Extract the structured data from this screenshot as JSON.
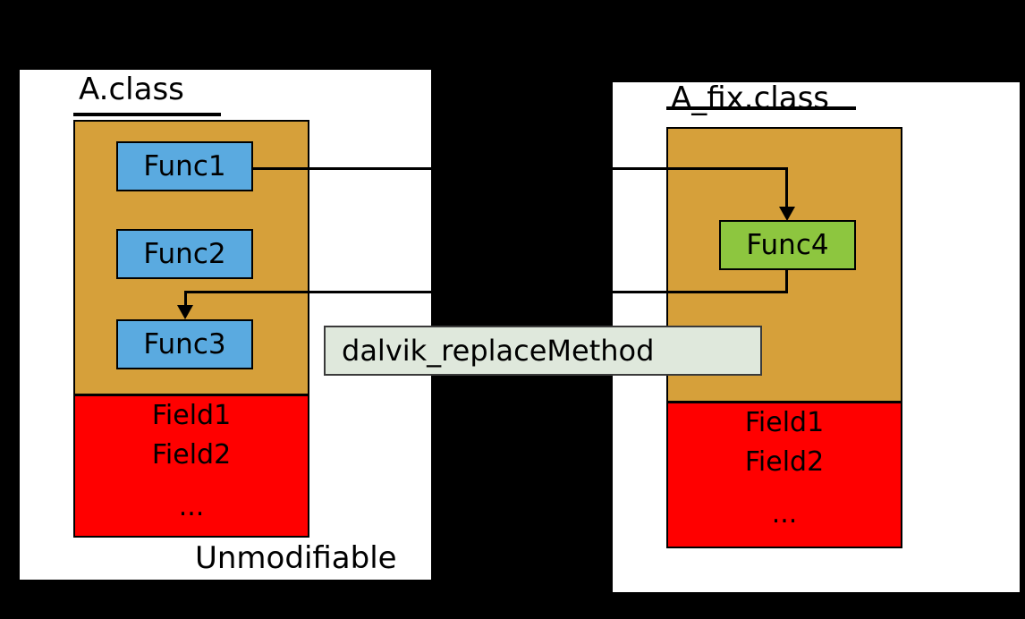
{
  "diagram": {
    "title_hidden": "dalvik method replacement hotfix diagram",
    "background_color": "#000000"
  },
  "left_class": {
    "title": "A.class",
    "methods_area_color": "#d6a03a",
    "methods": [
      {
        "label": "Func1",
        "color": "#5aaae0"
      },
      {
        "label": "Func2",
        "color": "#5aaae0"
      },
      {
        "label": "Func3",
        "color": "#5aaae0"
      }
    ],
    "fields_color": "#ff0000",
    "fields": [
      "Field1",
      "Field2"
    ],
    "fields_ellipsis": "...",
    "caption": "Unmodifiable"
  },
  "right_class": {
    "title": "A_fix.class",
    "methods_area_color": "#d6a03a",
    "methods": [
      {
        "label": "Func4",
        "color": "#8dc63f"
      }
    ],
    "fields_color": "#ff0000",
    "fields": [
      "Field1",
      "Field2"
    ],
    "fields_ellipsis": "..."
  },
  "connector": {
    "label": "dalvik_replaceMethod",
    "label_bg": "#dfe8dc",
    "label_border": "#3a3a3a"
  }
}
